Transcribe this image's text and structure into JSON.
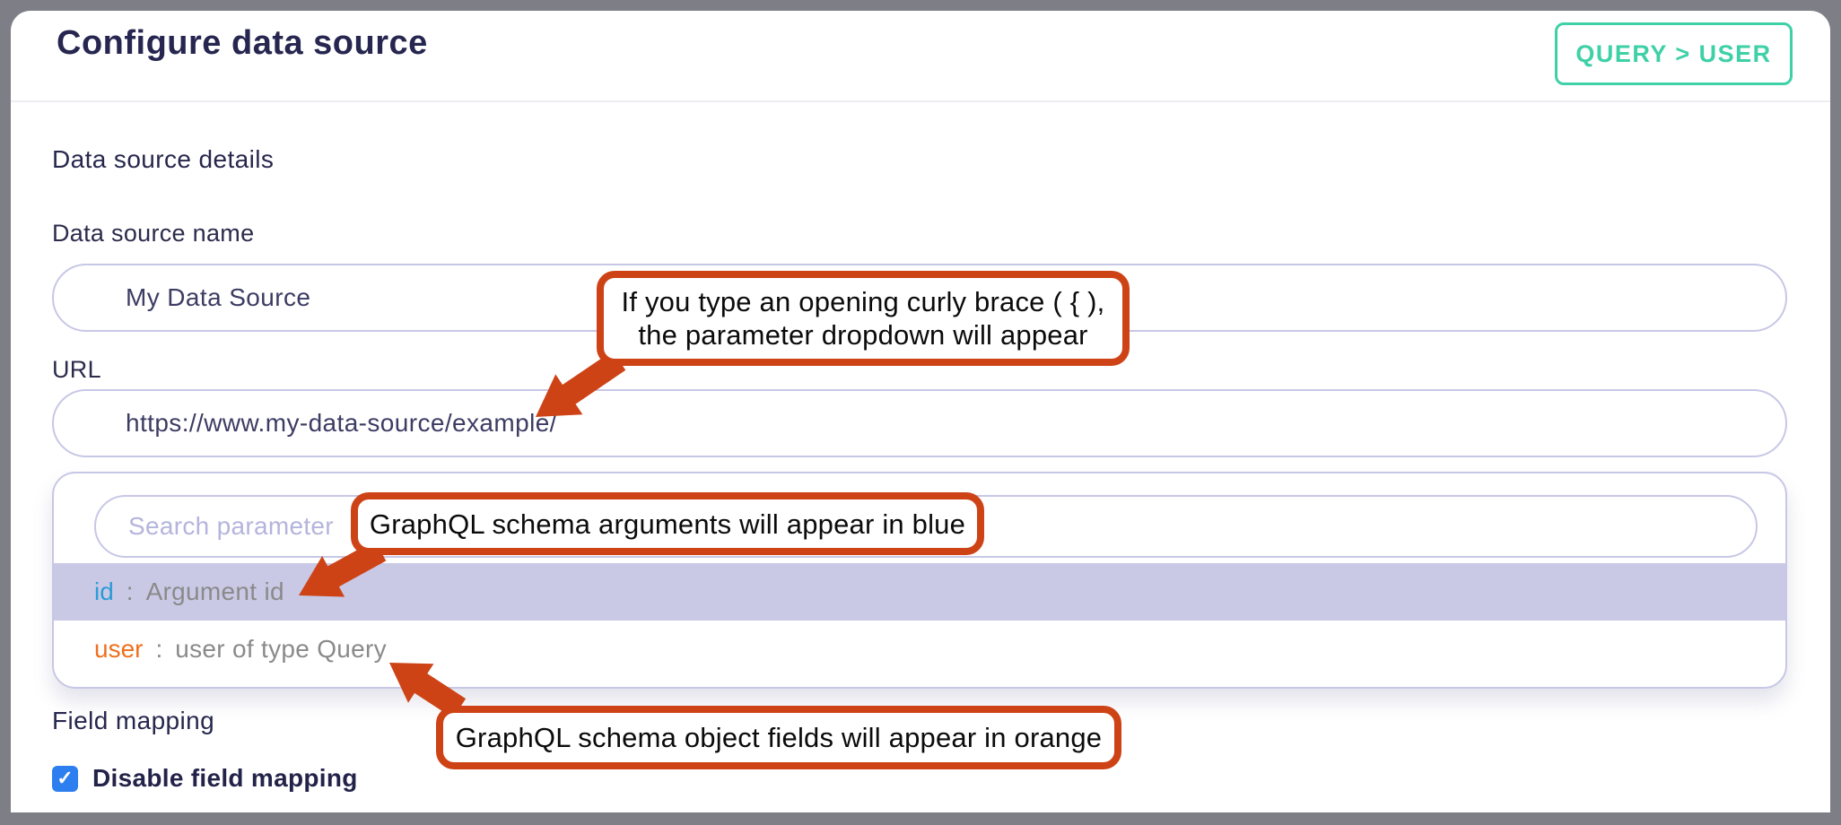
{
  "header": {
    "title": "Configure data source",
    "badge_label": "QUERY > USER"
  },
  "sections": {
    "details": "Data source details",
    "field_mapping": "Field mapping"
  },
  "fields": {
    "name": {
      "label": "Data source name",
      "value": "My Data Source"
    },
    "url": {
      "label": "URL",
      "value": "https://www.my-data-source/example/"
    }
  },
  "dropdown": {
    "search_placeholder": "Search parameter",
    "items": [
      {
        "name": "id",
        "colon": ":",
        "description": "Argument id",
        "kind": "graphql-argument",
        "highlighted": true
      },
      {
        "name": "user",
        "colon": ":",
        "description": "user of type Query",
        "kind": "graphql-object-field",
        "highlighted": false
      }
    ]
  },
  "field_mapping": {
    "checkbox_label": "Disable field mapping",
    "checked": true
  },
  "annotations": {
    "curly_brace": "If you type an opening curly brace ( { ), the parameter dropdown will appear",
    "arguments_blue": "GraphQL schema arguments will appear in blue",
    "fields_orange": "GraphQL schema object fields will appear in orange"
  },
  "icons": {
    "checkmark": "✓"
  },
  "colors": {
    "accent_teal": "#3ED0A6",
    "annotation_orange": "#CD4316",
    "argument_blue": "#2D9BD5",
    "object_field_orange": "#EE7120",
    "highlight_lavender": "#C9C9E6",
    "checkbox_blue": "#2D7FF0",
    "input_border_lavender": "#C7C7E6"
  }
}
